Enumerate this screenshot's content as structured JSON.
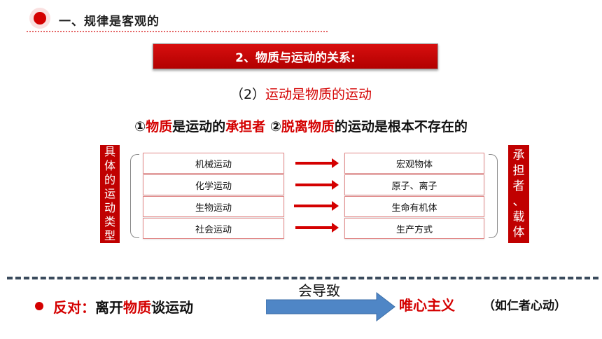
{
  "header": {
    "title": "一、规律是客观的"
  },
  "banner": {
    "title": "2、物质与运动的关系:"
  },
  "subtitle": {
    "paren": "（2）",
    "text": "运动是物质的运动"
  },
  "points": {
    "p1_num": "①",
    "p1_red1": "物质",
    "p1_mid": "是运动的",
    "p1_red2": "承担者",
    "p2_num": " ②",
    "p2_red": "脱离物质",
    "p2_rest": "的运动是根本不存在的"
  },
  "left_label": [
    "具",
    "体",
    "的",
    "运",
    "动",
    "类",
    "型"
  ],
  "right_label": [
    "承",
    "担",
    "者",
    "、",
    "载",
    "体"
  ],
  "motion_types": [
    "机械运动",
    "化学运动",
    "生物运动",
    "社会运动"
  ],
  "carriers": [
    "宏观物体",
    "原子、离子",
    "生命有机体",
    "生产方式"
  ],
  "bottom": {
    "oppose_label": "反对：",
    "oppose_pre": "离开",
    "oppose_red": "物质",
    "oppose_post": "谈运动",
    "leads_to": "会导致",
    "idealism": "唯心主义",
    "example": "（如仁者心动）"
  },
  "colors": {
    "accent_red": "#d40000",
    "arrow_blue": "#4f86c6",
    "divider": "#3a4a5c"
  }
}
